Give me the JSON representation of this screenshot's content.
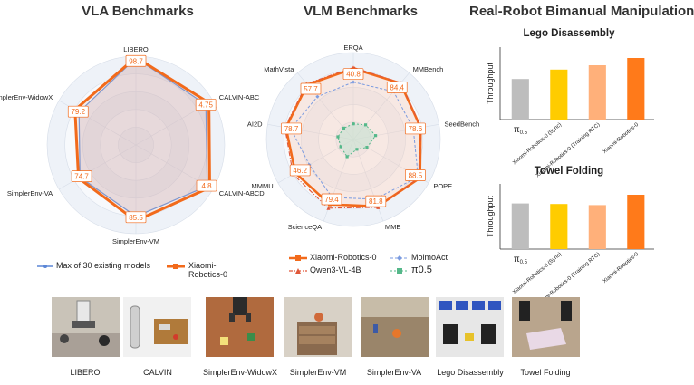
{
  "titles": {
    "vla": "VLA Benchmarks",
    "vlm": "VLM Benchmarks",
    "robot": "Real-Robot Bimanual Manipulation"
  },
  "colors": {
    "orange": "#f26a1b",
    "blue": "#5b86d6",
    "green": "#55b88a",
    "gray_bar": "#bdbdbd",
    "yellow_bar": "#ffcc00",
    "peach_bar": "#ffb07a",
    "orange_bar": "#ff7a1a"
  },
  "legends": {
    "vla": [
      "Max of 30 existing models",
      "Xiaomi-Robotics-0"
    ],
    "vlm": [
      "Xiaomi-Robotics-0",
      "MolmoAct",
      "Qwen3-VL-4B",
      "π0.5"
    ]
  },
  "chart_data": [
    {
      "type": "radar",
      "title": "VLA Benchmarks",
      "axes": [
        "LIBERO",
        "CALVIN-ABC",
        "CALVIN-ABCD",
        "SimplerEnv-VM",
        "SimplerEnv-VA",
        "SimplerEnv-WidowX"
      ],
      "axis_max": [
        100,
        5,
        5,
        100,
        100,
        100
      ],
      "series": [
        {
          "name": "Max of 30 existing models",
          "values": [
            97.8,
            4.55,
            4.64,
            80.5,
            72.7,
            74.0
          ]
        },
        {
          "name": "Xiaomi-Robotics-0",
          "values": [
            98.7,
            4.75,
            4.8,
            85.5,
            74.7,
            79.2
          ]
        }
      ],
      "data_labels": [
        "98.7",
        "4.75",
        "4.8",
        "85.5",
        "74.7",
        "79.2"
      ]
    },
    {
      "type": "radar",
      "title": "VLM Benchmarks",
      "axes": [
        "ERQA",
        "MMBench",
        "SeedBench",
        "POPE",
        "MME",
        "ScienceQA",
        "MMMU",
        "AI2D",
        "MathVista"
      ],
      "axis_max": [
        50,
        100,
        100,
        100,
        100,
        100,
        60,
        100,
        70
      ],
      "series": [
        {
          "name": "Xiaomi-Robotics-0",
          "values": [
            40.8,
            84.4,
            78.6,
            88.5,
            81.8,
            79.4,
            46.2,
            78.7,
            57.7
          ]
        },
        {
          "name": "Qwen3-VL-4B",
          "values": [
            41.5,
            85.0,
            79.0,
            87.5,
            83.0,
            84.0,
            48.0,
            80.0,
            58.5
          ]
        },
        {
          "name": "MolmoAct",
          "values": [
            33.0,
            72.0,
            70.0,
            86.0,
            73.0,
            71.0,
            35.0,
            73.0,
            45.0
          ]
        },
        {
          "name": "π0.5",
          "values": [
            9.0,
            22.0,
            26.0,
            18.0,
            12.0,
            21.0,
            10.0,
            18.0,
            12.0
          ]
        }
      ],
      "data_labels": [
        "40.8",
        "84.4",
        "78.6",
        "88.5",
        "81.8",
        "79.4",
        "46.2",
        "78.7",
        "57.7"
      ]
    },
    {
      "type": "bar",
      "title": "Lego Disassembly",
      "ylabel": "Throughput",
      "categories": [
        "π0.5",
        "Xiaomi-Robotics-0 (Sync)",
        "Xiaomi-Robotics-0 (Training RTC)",
        "Xiaomi-Robotics-0"
      ],
      "values": [
        0.56,
        0.69,
        0.75,
        0.85
      ],
      "ylim": [
        0,
        1.0
      ]
    },
    {
      "type": "bar",
      "title": "Towel Folding",
      "ylabel": "Throughput",
      "categories": [
        "π0.5",
        "Xiaomi-Robotics-0 (Sync)",
        "Xiaomi-Robotics-0 (Training RTC)",
        "Xiaomi-Robotics-0"
      ],
      "values": [
        0.84,
        0.83,
        0.81,
        1.0
      ],
      "ylim": [
        0,
        1.2
      ]
    }
  ],
  "thumbnails": [
    {
      "label": "LIBERO",
      "icon": "robot-arm-table-scene"
    },
    {
      "label": "CALVIN",
      "icon": "robot-arm-desk-scene"
    },
    {
      "label": "SimplerEnv-WidowX",
      "icon": "gripper-blocks-scene"
    },
    {
      "label": "SimplerEnv-VM",
      "icon": "drawer-cabinet-scene"
    },
    {
      "label": "SimplerEnv-VA",
      "icon": "table-objects-scene"
    },
    {
      "label": "Lego Disassembly",
      "icon": "bimanual-lego-scene"
    },
    {
      "label": "Towel Folding",
      "icon": "bimanual-towel-scene"
    }
  ]
}
